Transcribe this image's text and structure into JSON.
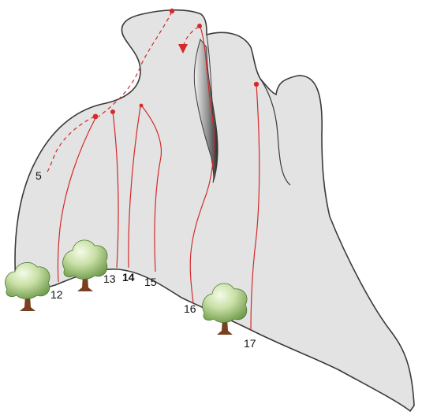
{
  "colors": {
    "rock": "#e3e3e3",
    "rock_outline": "#3a3a3a",
    "route": "#d42a2a",
    "foliage": "#9cc27a",
    "trunk": "#7a3f1f"
  },
  "routes": [
    {
      "label": "5"
    },
    {
      "label": "12"
    },
    {
      "label": "13"
    },
    {
      "label": "14"
    },
    {
      "label": "15"
    },
    {
      "label": "16"
    },
    {
      "label": "17"
    }
  ]
}
